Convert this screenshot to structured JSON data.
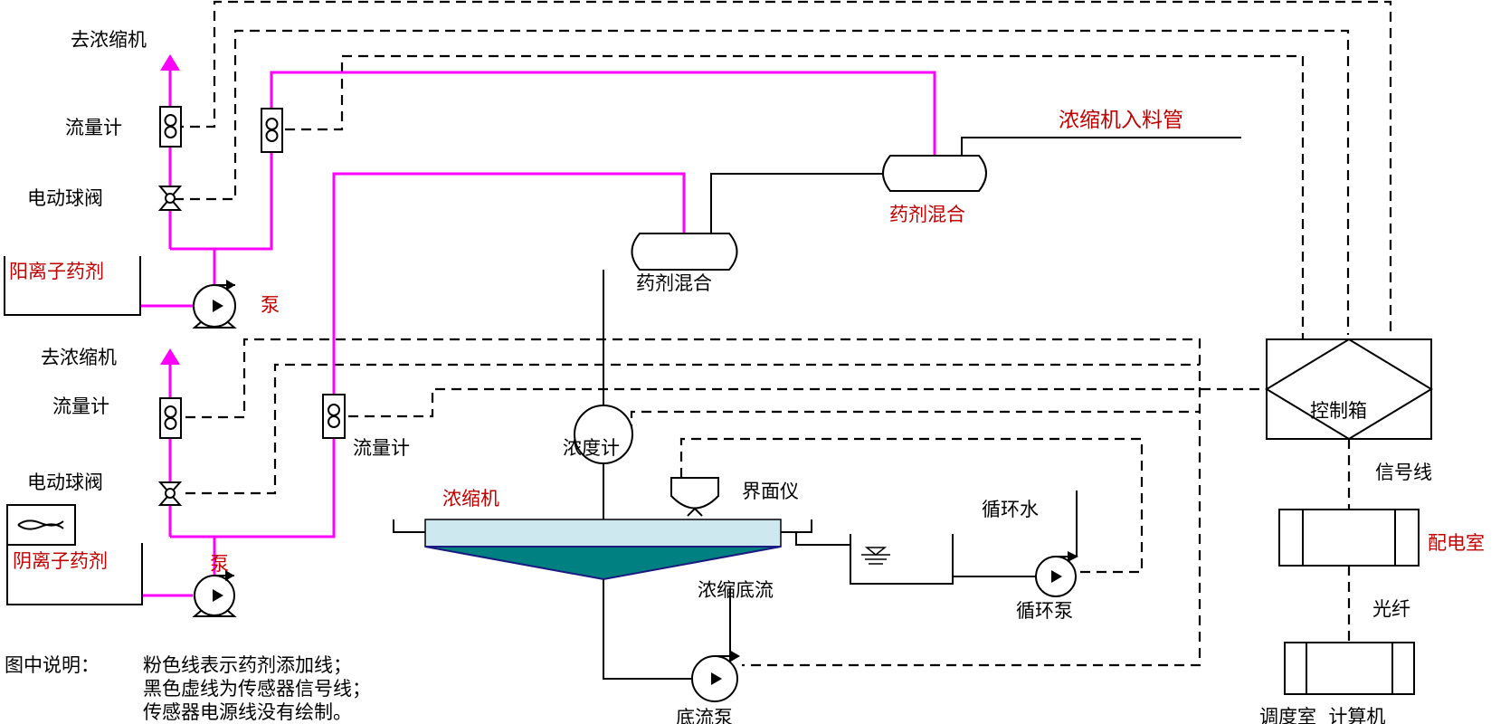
{
  "labels": {
    "to_thickener_top": "去浓缩机",
    "flowmeter_top": "流量计",
    "valve_top": "电动球阀",
    "cation_agent": "阳离子药剂",
    "pump_top": "泵",
    "to_thickener_bottom": "去浓缩机",
    "flowmeter_bottom_left": "流量计",
    "flowmeter_bottom_mid": "流量计",
    "valve_bottom": "电动球阀",
    "anion_agent": "阴离子药剂",
    "pump_bottom": "泵",
    "feed_pipe": "浓缩机入料管",
    "mix_top": "药剂混合",
    "mix_mid": "药剂混合",
    "densimeter": "浓度计",
    "thickener": "浓缩机",
    "interface_meter": "界面仪",
    "circulating_water": "循环水",
    "circulating_pump": "循环泵",
    "underflow": "浓缩底流",
    "underflow_pump": "底流泵",
    "control_box": "控制箱",
    "signal_line": "信号线",
    "power_room": "配电室",
    "fiber": "光纤",
    "dispatch_room": "调度室  计算机"
  },
  "legend": {
    "title": "图中说明：",
    "line1": "粉色线表示药剂添加线；",
    "line2": "黑色虚线为传感器信号线；",
    "line3": "传感器电源线没有绘制。"
  },
  "colors": {
    "agent_line": "#ff00ff",
    "red_label": "#c00000",
    "tank_fluid": "#cde8ee",
    "tank_cone": "#008080"
  }
}
